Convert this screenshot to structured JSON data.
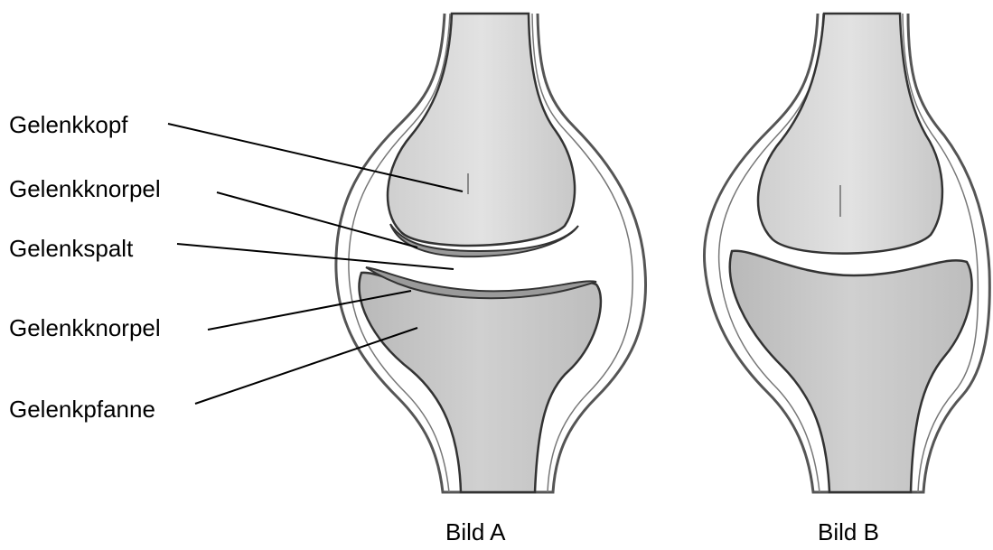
{
  "labels": {
    "gelenkkopf": "Gelenkkopf",
    "gelenkknorpel_oben": "Gelenkknorpel",
    "gelenkspalt": "Gelenkspalt",
    "gelenkknorpel_unten": "Gelenkknorpel",
    "gelenkpfanne": "Gelenkpfanne"
  },
  "captions": {
    "bild_a": "Bild A",
    "bild_b": "Bild B"
  },
  "colors": {
    "bone_fill": "#d6d6d6",
    "bone_shade": "#bfbfbf",
    "cartilage": "#9a9a9a",
    "outline": "#333333",
    "capsule": "#555555",
    "leader_line": "#000000",
    "background": "#ffffff"
  }
}
